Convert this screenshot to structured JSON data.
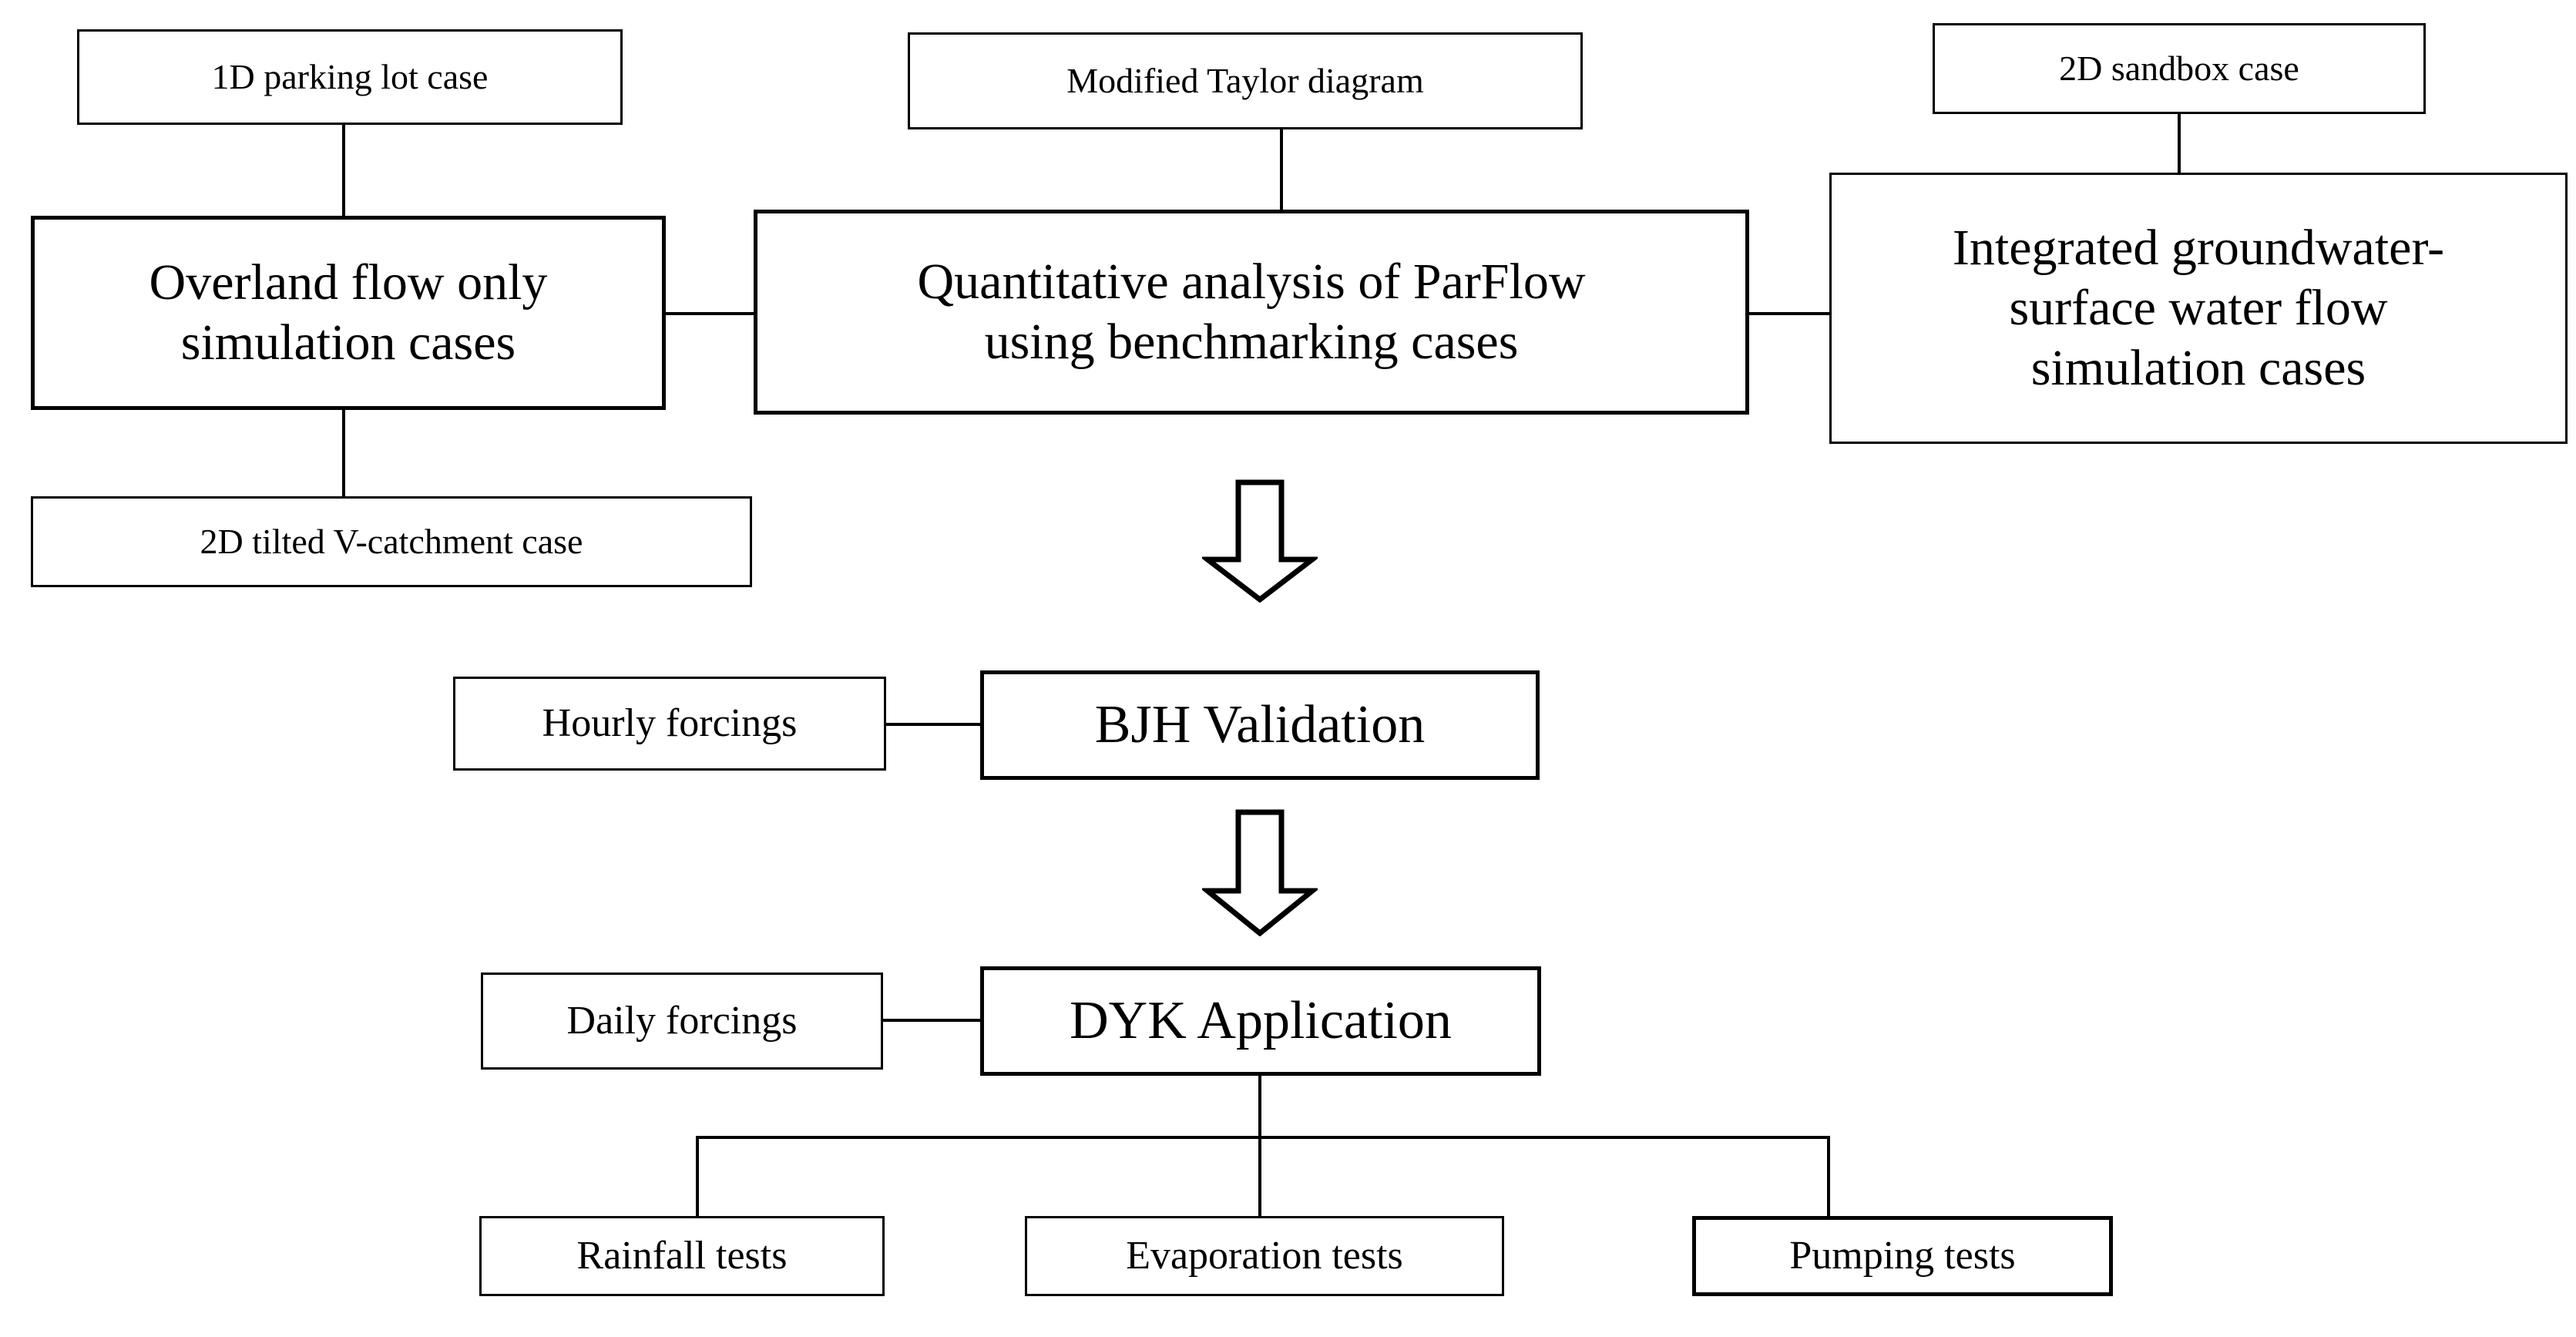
{
  "diagram": {
    "title": "ParFlow benchmarking and application workflow flowchart",
    "type": "flowchart",
    "colors": {
      "stroke": "#000000",
      "fill": "#ffffff",
      "text": "#000000"
    },
    "nodes": {
      "parking_lot": "1D parking lot case",
      "taylor_diagram": "Modified Taylor diagram",
      "sandbox": "2D sandbox case",
      "overland": "Overland flow only\nsimulation cases",
      "quantitative": "Quantitative analysis of ParFlow\nusing benchmarking cases",
      "integrated": "Integrated groundwater-\nsurface water flow\nsimulation cases",
      "vcatchment": "2D tilted V-catchment case",
      "hourly_forcings": "Hourly forcings",
      "bjh_validation": "BJH Validation",
      "daily_forcings": "Daily forcings",
      "dyk_application": "DYK Application",
      "rainfall_tests": "Rainfall tests",
      "evaporation_tests": "Evaporation tests",
      "pumping_tests": "Pumping tests"
    },
    "edges": [
      {
        "from": "parking_lot",
        "to": "overland",
        "style": "line-vertical"
      },
      {
        "from": "overland",
        "to": "vcatchment",
        "style": "line-vertical"
      },
      {
        "from": "taylor_diagram",
        "to": "quantitative",
        "style": "line-vertical"
      },
      {
        "from": "sandbox",
        "to": "integrated",
        "style": "line-vertical"
      },
      {
        "from": "overland",
        "to": "quantitative",
        "style": "line-horizontal"
      },
      {
        "from": "quantitative",
        "to": "integrated",
        "style": "line-horizontal"
      },
      {
        "from": "quantitative",
        "to": "bjh_validation",
        "style": "block-arrow-down"
      },
      {
        "from": "hourly_forcings",
        "to": "bjh_validation",
        "style": "line-horizontal"
      },
      {
        "from": "bjh_validation",
        "to": "dyk_application",
        "style": "block-arrow-down"
      },
      {
        "from": "daily_forcings",
        "to": "dyk_application",
        "style": "line-horizontal"
      },
      {
        "from": "dyk_application",
        "to": "rainfall_tests",
        "style": "line-branch"
      },
      {
        "from": "dyk_application",
        "to": "evaporation_tests",
        "style": "line-branch"
      },
      {
        "from": "dyk_application",
        "to": "pumping_tests",
        "style": "line-branch"
      }
    ]
  }
}
